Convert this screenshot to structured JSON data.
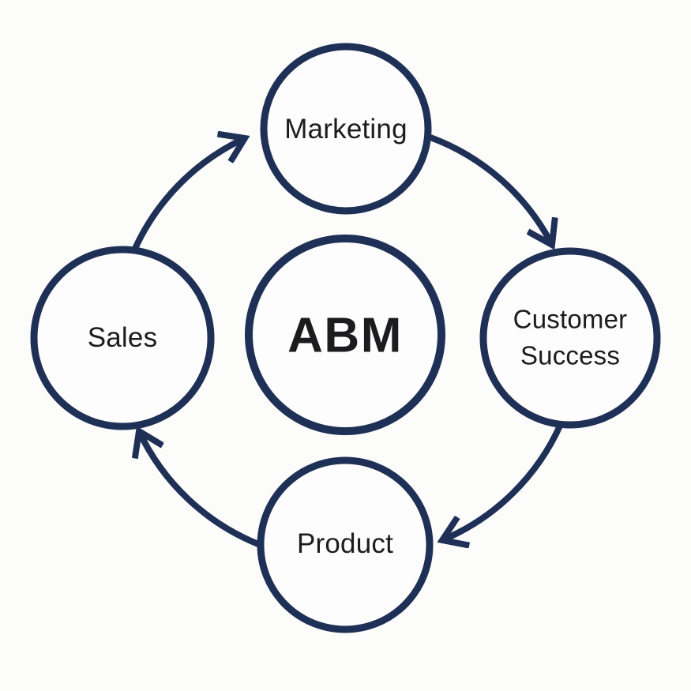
{
  "diagram": {
    "center_node": {
      "label": "ABM"
    },
    "nodes": {
      "top": {
        "label": "Marketing"
      },
      "right": {
        "label": "Customer Success"
      },
      "bottom": {
        "label": "Product"
      },
      "left": {
        "label": "Sales"
      }
    },
    "arrows": [
      {
        "from": "Sales",
        "to": "Marketing"
      },
      {
        "from": "Marketing",
        "to": "Customer Success"
      },
      {
        "from": "Customer Success",
        "to": "Product"
      },
      {
        "from": "Product",
        "to": "Sales"
      }
    ],
    "colors": {
      "stroke_navy": "#1f3057",
      "text": "#1c1c1e",
      "background": "#fcfcfb",
      "node_fill": "#fdfdfd"
    }
  }
}
